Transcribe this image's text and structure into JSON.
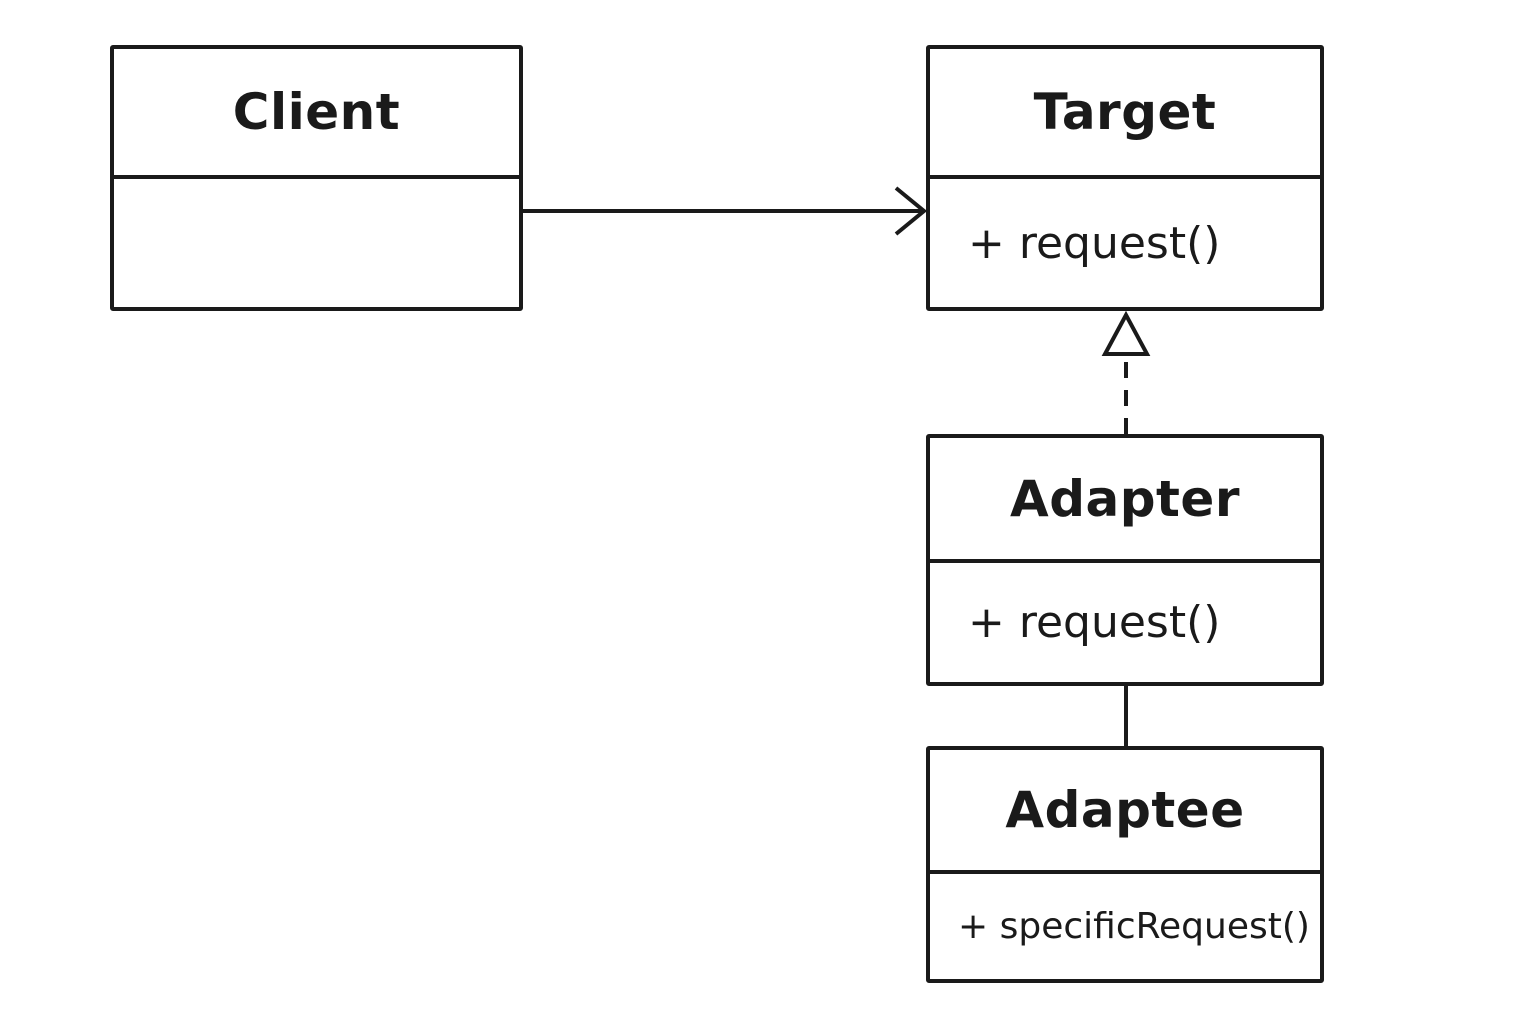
{
  "classes": {
    "client": {
      "name": "Client",
      "operations": []
    },
    "target": {
      "name": "Target",
      "operations": [
        "+ request()"
      ]
    },
    "adapter": {
      "name": "Adapter",
      "operations": [
        "+ request()"
      ]
    },
    "adaptee": {
      "name": "Adaptee",
      "operations": [
        "+ specificRequest()"
      ]
    }
  },
  "relationships": [
    {
      "from": "client",
      "to": "target",
      "kind": "association",
      "line": "solid",
      "arrowhead": "open"
    },
    {
      "from": "adapter",
      "to": "target",
      "kind": "realization",
      "line": "dashed",
      "arrowhead": "hollow-triangle"
    },
    {
      "from": "adapter",
      "to": "adaptee",
      "kind": "association",
      "line": "solid",
      "arrowhead": "none"
    }
  ],
  "colors": {
    "stroke": "#1a1a1a",
    "background": "#ffffff"
  }
}
